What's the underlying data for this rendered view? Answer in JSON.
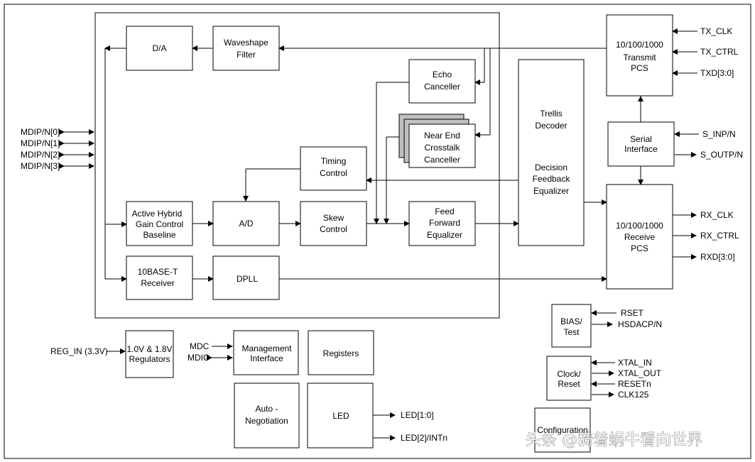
{
  "blocks": {
    "da": [
      "D/A"
    ],
    "waveshape": [
      "Waveshape",
      "Filter"
    ],
    "echo": [
      "Echo",
      "Canceller"
    ],
    "next": [
      "Near End",
      "Crosstalk",
      "Canceller"
    ],
    "trellis": [
      "Trellis",
      "Decoder",
      "",
      "Decision",
      "Feedback",
      "Equalizer"
    ],
    "timing": [
      "Timing",
      "Control"
    ],
    "hybrid": [
      "Active Hybrid",
      "Gain Control",
      "Baseline"
    ],
    "ad": [
      "A/D"
    ],
    "skew": [
      "Skew",
      "Control"
    ],
    "ffe": [
      "Feed",
      "Forward",
      "Equalizer"
    ],
    "tenbase": [
      "10BASE-T",
      "Receiver"
    ],
    "dpll": [
      "DPLL"
    ],
    "tx_pcs": [
      "10/100/1000",
      "Transmit",
      "PCS"
    ],
    "serial": [
      "Serial",
      "Interface"
    ],
    "rx_pcs": [
      "10/100/1000",
      "Receive",
      "PCS"
    ],
    "regulators": [
      "1.0V & 1.8V",
      "Regulators"
    ],
    "mgmt": [
      "Management",
      "Interface"
    ],
    "registers": [
      "Registers"
    ],
    "autoneg": [
      "Auto -",
      "Negotiation"
    ],
    "led": [
      "LED"
    ],
    "bias": [
      "BIAS/",
      "Test"
    ],
    "clock": [
      "Clock/",
      "Reset"
    ],
    "config": [
      "Configuration"
    ]
  },
  "signals": {
    "mdip0": "MDIP/N[0]",
    "mdip1": "MDIP/N[1]",
    "mdip2": "MDIP/N[2]",
    "mdip3": "MDIP/N[3]",
    "tx_clk": "TX_CLK",
    "tx_ctrl": "TX_CTRL",
    "txd": "TXD[3:0]",
    "s_inp": "S_INP/N",
    "s_outp": "S_OUTP/N",
    "rx_clk": "RX_CLK",
    "rx_ctrl": "RX_CTRL",
    "rxd": "RXD[3:0]",
    "rset": "RSET",
    "hsdacp": "HSDACP/N",
    "xtal_in": "XTAL_IN",
    "xtal_out": "XTAL_OUT",
    "resetn": "RESETn",
    "clk125": "CLK125",
    "reg_in": "REG_IN (3.3V)",
    "mdc": "MDC",
    "mdio": "MDIO",
    "led10": "LED[1:0]",
    "led2": "LED[2]/INTn"
  },
  "watermark": "头条 @骑着蜗牛看向世界"
}
